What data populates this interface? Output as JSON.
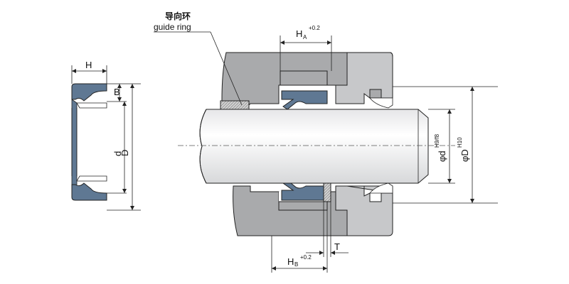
{
  "labels": {
    "guide_ring_cn": "导向环",
    "guide_ring_en": "guide ring",
    "H": "H",
    "B": "B",
    "d": "d",
    "D": "D",
    "HA_main": "H",
    "HA_sub": "A",
    "HA_tol": "+0.2",
    "HB_main": "H",
    "HB_sub": "B",
    "HB_tol": "+0.2",
    "T": "T",
    "phi_d_main": "φd",
    "phi_d_tol": "H9/f8",
    "phi_D_main": "φD",
    "phi_D_tol": "H10"
  },
  "colors": {
    "housing": "#a9aaac",
    "housing_light": "#c7c8ca",
    "seal": "#5f7893",
    "rod": "#f1f1f2",
    "outline": "#222222",
    "guide_ring": "#8d8e90"
  }
}
